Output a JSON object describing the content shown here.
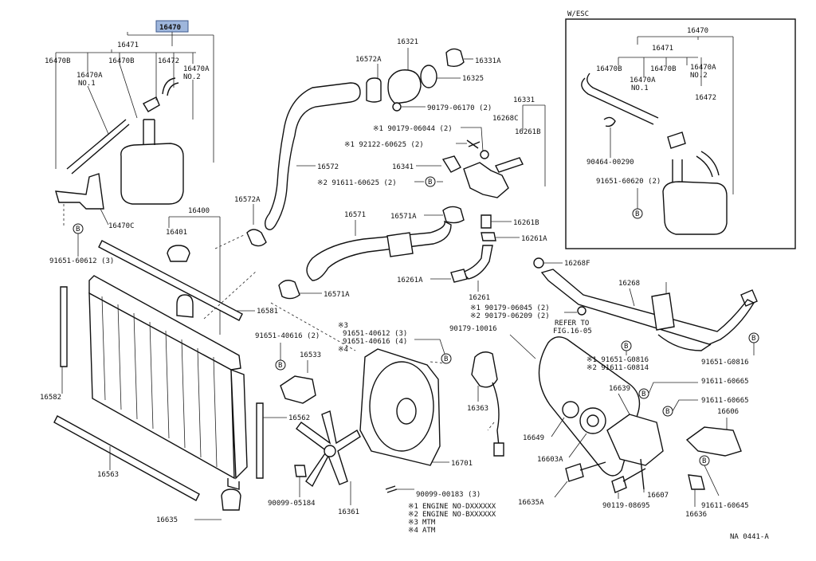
{
  "highlighted_part": "16470",
  "inset": {
    "title": "W/ESC"
  },
  "figure_code": "NA 0441-A",
  "notes": [
    {
      "mark": "※1",
      "text": "ENGINE  NO-DXXXXXX"
    },
    {
      "mark": "※2",
      "text": "ENGINE  NO-BXXXXXX"
    },
    {
      "mark": "※3",
      "text": "MTM"
    },
    {
      "mark": "※4",
      "text": "ATM"
    }
  ],
  "bolt_symbol": "B",
  "labels": {
    "l16470": "16470",
    "l16471": "16471",
    "l16470b_a": "16470B",
    "l16470b_b": "16470B",
    "l16472": "16472",
    "l16470a_no1": "16470A",
    "l16470a_no1_sub": "NO.1",
    "l16470a_no2": "16470A",
    "l16470a_no2_sub": "NO.2",
    "l16470c": "16470C",
    "l91651_60612": "91651-60612 (3)",
    "l16400": "16400",
    "l16401": "16401",
    "l16572a": "16572A",
    "l16572": "16572",
    "l16321": "16321",
    "l16331a": "16331A",
    "l16325": "16325",
    "l90179_06170": "90179-06170 (2)",
    "l16331": "16331",
    "l16268c": "16268C",
    "l16261b_a": "16261B",
    "l90179_06044": "※1  90179-06044 (2)",
    "l92122_60625": "※1  92122-60625 (2)",
    "l16341": "16341",
    "l91611_60625": "※2  91611-60625 (2)",
    "l16571": "16571",
    "l16571a_a": "16571A",
    "l16261b_b": "16261B",
    "l16261a_a": "16261A",
    "l16571a_b": "16571A",
    "l16261a_b": "16261A",
    "l16261": "16261",
    "l16268f": "16268F",
    "l16268": "16268",
    "l16581": "16581",
    "l90179_06045": "※1  90179-06045 (2)",
    "l90179_06209": "※2  90179-06209 (2)",
    "l91651_40616": "91651-40616 (2)",
    "l91651_40612_3": "※3",
    "l91651_40612": "91651-40612 (3)",
    "l91651_40616b": "91651-40616 (4)",
    "l_star4": "※4",
    "l90179_10016": "90179-10016",
    "l_refer": "REFER TO",
    "l_fig": "FIG.16-05",
    "l91651_g0816_1": "※1  91651-G0816",
    "l91611_g0814": "※2  91611-G0814",
    "l91651_g0816": "91651-G0816",
    "l16533": "16533",
    "l16582": "16582",
    "l16363": "16363",
    "l16639": "16639",
    "l91611_60665a": "91611-60665",
    "l91611_60665b": "91611-60665",
    "l16606": "16606",
    "l16562": "16562",
    "l16649": "16649",
    "l16603a": "16603A",
    "l16701": "16701",
    "l16563": "16563",
    "l90099_00183": "90099-00183 (3)",
    "l90099_05184": "90099-05184",
    "l16361": "16361",
    "l16635a": "16635A",
    "l90119_08695": "90119-08695",
    "l16607": "16607",
    "l91611_60645": "91611-60645",
    "l16636": "16636",
    "l16635": "16635",
    "i16470": "16470",
    "i16471": "16471",
    "i16470b_a": "16470B",
    "i16470b_b": "16470B",
    "i16470a_no1": "16470A",
    "i16470a_no1_sub": "NO.1",
    "i16470a_no2": "16470A",
    "i16470a_no2_sub": "NO.2",
    "i16472": "16472",
    "i90464_00290": "90464-00290",
    "i91651_60620": "91651-60620 (2)"
  }
}
